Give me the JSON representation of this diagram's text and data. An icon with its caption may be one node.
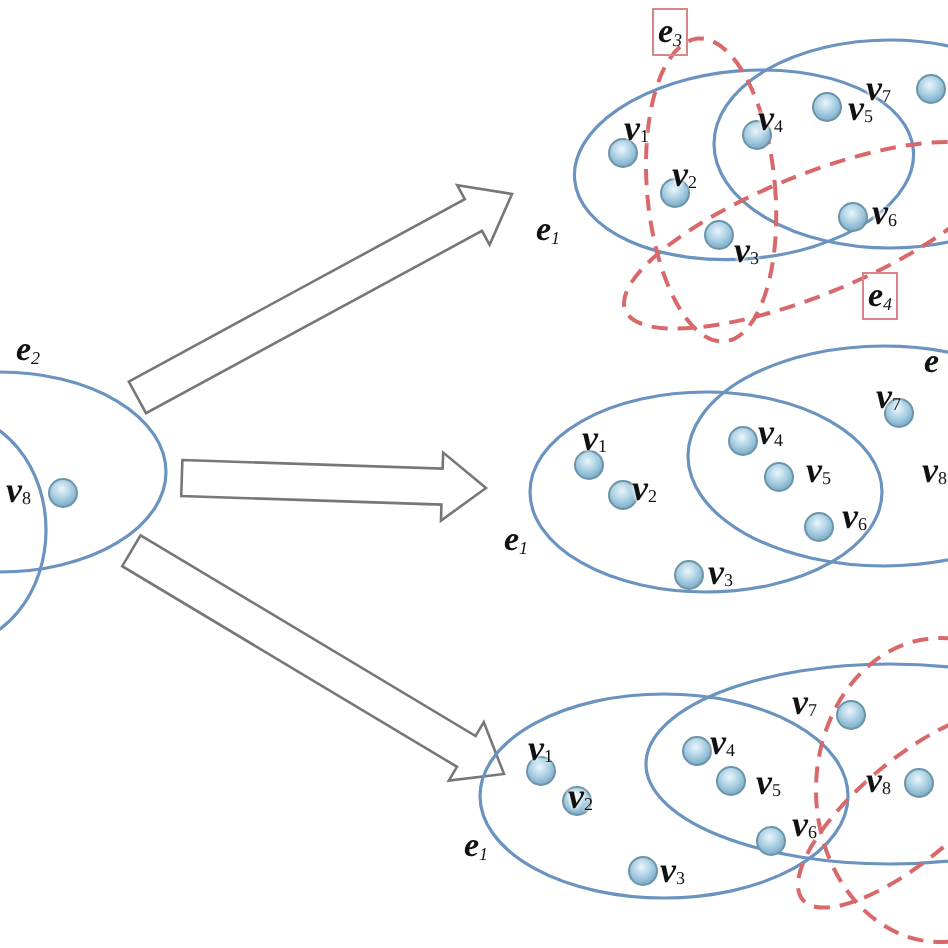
{
  "diagram": {
    "nodes": [
      {
        "text": [
          "e$_{2}$"
        ]
      },
      {
        "text": [],
        "shape": "ellipse"
      },
      {
        "text": [
          "e$_{1}$"
        ]
      },
      {
        "text": [],
        "shape": "ellipse"
      },
      {
        "text": [
          "e$_{3}$"
        ]
      },
      {
        "text": [
          "e$_{4}$"
        ]
      },
      {
        "text": [
          "e$_{1}$"
        ]
      },
      {
        "text": [
          "e"
        ]
      },
      {
        "text": [
          "e$_{1}$"
        ]
      },
      {
        "text": [],
        "shape": "ellipse"
      },
      {
        "text": [],
        "shape": "ellipse"
      },
      {
        "text": [],
        "shape": "ellipse"
      }
    ],
    "edges": [
      {
        "from": 0,
        "to": 2,
        "arrow": "to"
      },
      {
        "from": 0,
        "to": 6,
        "arrow": "to"
      },
      {
        "from": 0,
        "to": 8,
        "arrow": "to"
      }
    ],
    "labels": [
      "v$_{8}$",
      "v$_{1}$",
      "v$_{2}$",
      "v$_{3}$",
      "v$_{4}$",
      "v$_{5}$",
      "v$_{6}$",
      "v$_{7}$",
      "v$_{1}$",
      "v$_{2}$",
      "v$_{3}$",
      "v$_{4}$",
      "v$_{5}$",
      "v$_{6}$",
      "v$_{7}$",
      "v$_{8}$",
      "v$_{1}$",
      "v$_{2}$",
      "v$_{3}$",
      "v$_{4}$",
      "v$_{5}$",
      "v$_{6}$",
      "v$_{7}$",
      "v$_{8}$"
    ]
  }
}
